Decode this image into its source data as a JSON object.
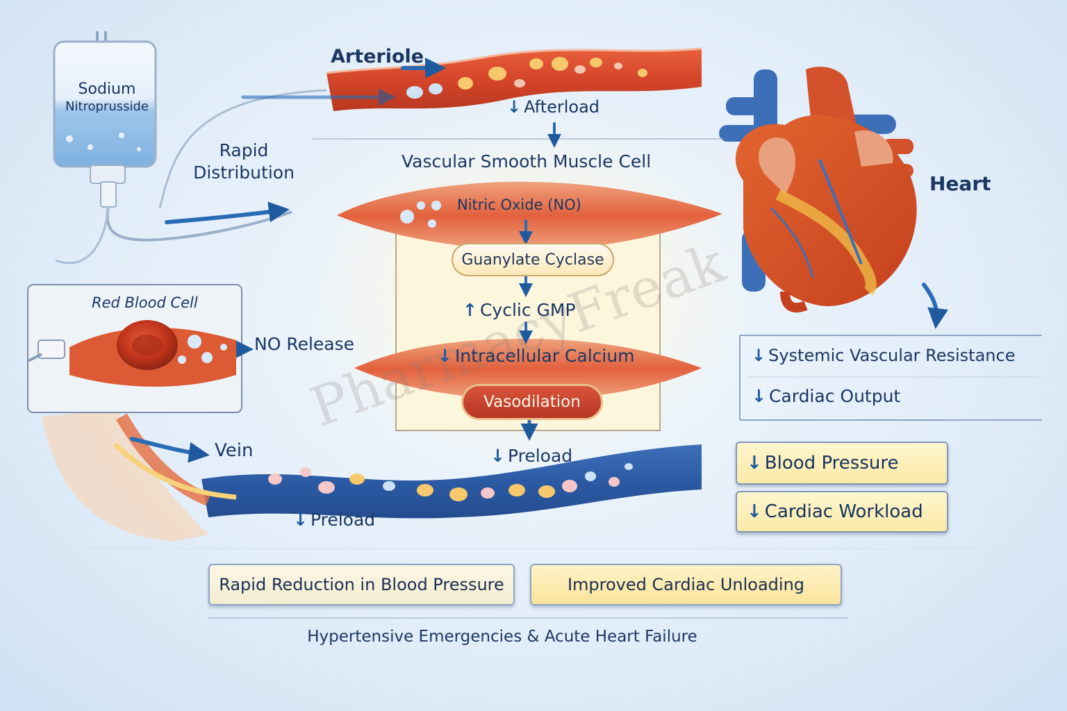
{
  "labels": {
    "bag": [
      "Sodium",
      "Nitroprusside"
    ],
    "arteriole": "Arteriole",
    "rapid_distribution": [
      "Rapid",
      "Distribution"
    ],
    "afterload": "Afterload",
    "vsmc": "Vascular Smooth Muscle Cell",
    "nitric_oxide": "Nitric Oxide (NO)",
    "guanylate_cyclase": "Guanylate Cyclase",
    "cyclic_gmp": "Cyclic GMP",
    "intracellular_calcium": "Intracellular Calcium",
    "vasodilation": "Vasodilation",
    "preload_center": "Preload",
    "preload_vein": "Preload",
    "red_blood_cell": "Red Blood Cell",
    "no_release": "NO Release",
    "vein": "Vein",
    "heart": "Heart"
  },
  "effects": {
    "systemic_vascular_resistance": "Systemic Vascular Resistance",
    "cardiac_output": "Cardiac Output",
    "blood_pressure": "Blood Pressure",
    "cardiac_workload": "Cardiac Workload"
  },
  "outcomes": {
    "left": "Rapid Reduction in Blood Pressure",
    "right": "Improved Cardiac Unloading"
  },
  "footer": "Hypertensive Emergencies & Acute Heart Failure",
  "watermark": "PharmacyFreak",
  "icons": {
    "increase": "up-arrow-icon",
    "decrease": "down-arrow-icon"
  },
  "colors": {
    "navy": "#1b3763",
    "arrow_blue": "#2a6bb5",
    "vessel_red": "#d9532e",
    "vein_blue": "#2f5fa8",
    "box_yellow": "#fbe9a6",
    "vasodilation_red": "#c8402a"
  }
}
